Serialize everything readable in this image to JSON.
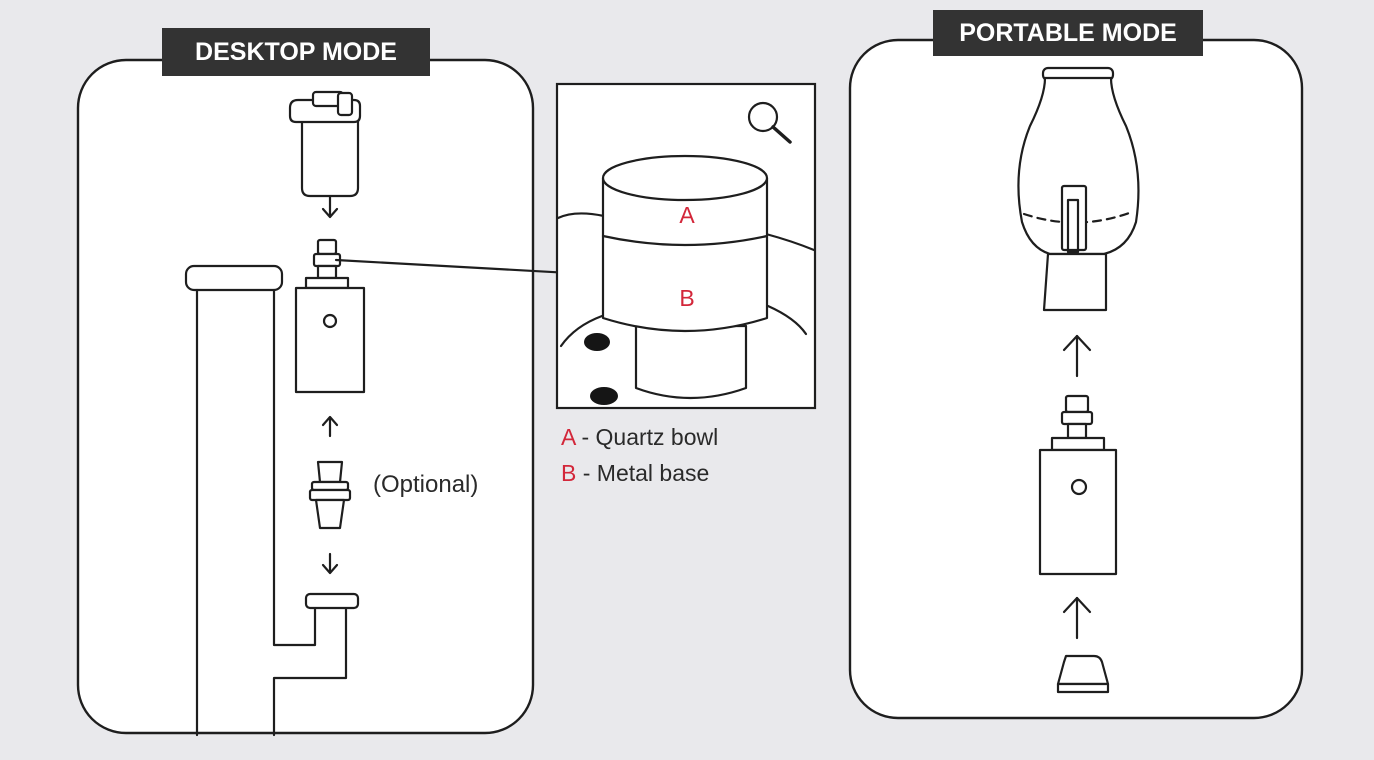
{
  "desktop_panel": {
    "title": "DESKTOP MODE",
    "optional_label": "(Optional)"
  },
  "portable_panel": {
    "title": "PORTABLE MODE"
  },
  "zoom_view": {
    "icon": "magnifier-icon",
    "label_a": "A",
    "label_b": "B"
  },
  "legend": [
    {
      "key": "A",
      "text": " - Quartz bowl"
    },
    {
      "key": "B",
      "text": " - Metal base"
    }
  ],
  "colors": {
    "accent_red": "#d3273a",
    "line": "#1e1e1e",
    "tag_bg": "#333333",
    "background": "#e9e9ec"
  }
}
